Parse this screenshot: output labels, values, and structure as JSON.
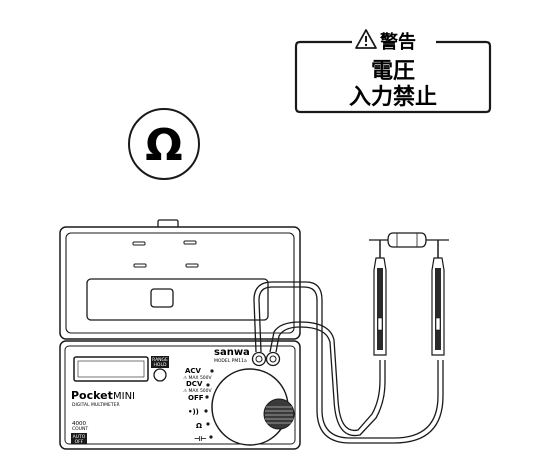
{
  "warning": {
    "title": "警告",
    "line1": "電圧",
    "line2": "入力禁止"
  },
  "symbol": {
    "glyph": "Ω"
  },
  "meter": {
    "brand": "sanwa",
    "model": "MODEL PM11a",
    "product_bold": "Pocket",
    "product_light": "MINI",
    "subtitle": "DIGITAL MULTIMETER",
    "range_hold_line1": "RANGE",
    "range_hold_line2": "HOLD",
    "count_value": "4000",
    "count_label": "COUNT",
    "auto_line1": "AUTO",
    "auto_line2": "OFF",
    "dial": {
      "acv": "ACV",
      "acv_sub": "⚠ MAX 500V",
      "dcv": "DCV",
      "dcv_sub": "⚠ MAX 500V",
      "off": "OFF",
      "continuity": "•))",
      "ohm": "Ω",
      "capacitor": "⊣⊢"
    }
  },
  "icons": {
    "warning": "warning-triangle-icon",
    "ohm": "ohm-icon",
    "resistor": "resistor-icon"
  }
}
